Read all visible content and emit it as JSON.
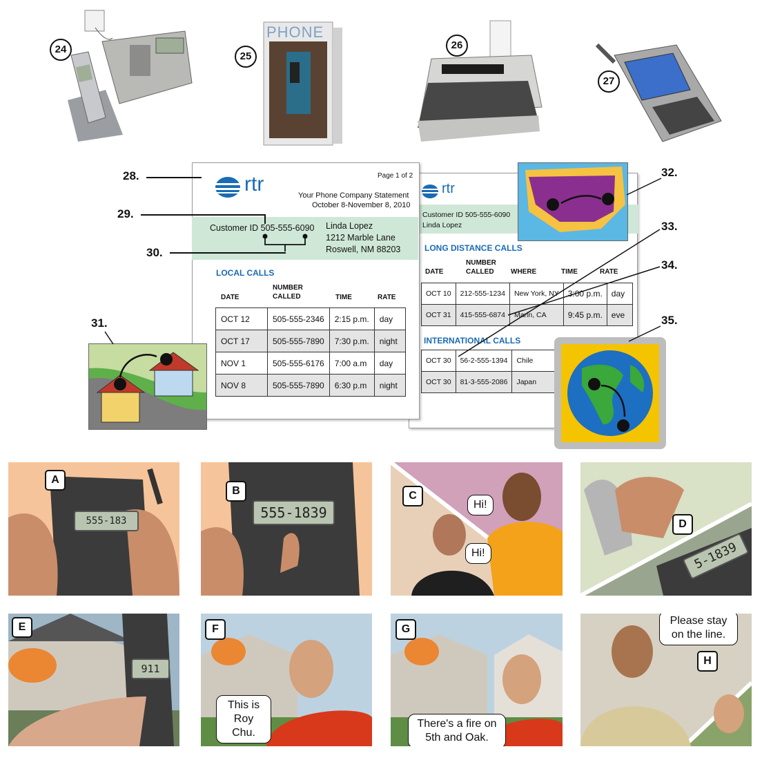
{
  "phones": {
    "n24": "24",
    "n25": "25",
    "n26": "26",
    "n27": "27",
    "booth_sign": "PHONE"
  },
  "statement": {
    "n28": "28.",
    "n29": "29.",
    "n30": "30.",
    "n31": "31.",
    "n32": "32.",
    "n33": "33.",
    "n34": "34.",
    "n35": "35.",
    "logo": "rtr",
    "page": "Page 1 of 2",
    "title": "Your Phone Company Statement",
    "period": "October 8-November 8, 2010",
    "customer_id_label": "Customer ID",
    "customer_id": "505-555-6090",
    "name": "Linda Lopez",
    "street": "1212 Marble Lane",
    "city": "Roswell, NM 88203",
    "local_title": "LOCAL CALLS",
    "headers": {
      "date": "DATE",
      "number1": "NUMBER",
      "number2": "CALLED",
      "time": "TIME",
      "rate": "RATE",
      "where": "WHERE"
    },
    "local_calls": [
      {
        "date": "OCT 12",
        "number": "505-555-2346",
        "time": "2:15 p.m.",
        "rate": "day"
      },
      {
        "date": "OCT 17",
        "number": "505-555-7890",
        "time": "7:30 p.m.",
        "rate": "night"
      },
      {
        "date": "NOV 1",
        "number": "505-555-6176",
        "time": "7:00 a.m",
        "rate": "day"
      },
      {
        "date": "NOV 8",
        "number": "505-555-7890",
        "time": "6:30 p.m",
        "rate": "night"
      }
    ],
    "page2_customer": "Customer ID 505-555-6090",
    "page2_name": "Linda Lopez",
    "long_title": "LONG DISTANCE  CALLS",
    "long_calls": [
      {
        "date": "OCT 10",
        "number": "212-555-1234",
        "where": "New York, NY",
        "time": "3:00 p.m.",
        "rate": "day"
      },
      {
        "date": "OCT 31",
        "number": "415-555-6874",
        "where": "Marin, CA",
        "time": "9:45 p.m.",
        "rate": "eve"
      }
    ],
    "intl_title": "INTERNATIONAL  CALLS",
    "intl_calls": [
      {
        "date": "OCT 30",
        "number": "56-2-555-1394",
        "where": "Chile"
      },
      {
        "date": "OCT 30",
        "number": "81-3-555-2086",
        "where": "Japan"
      }
    ]
  },
  "panels": {
    "A": {
      "letter": "A",
      "screen": "555-183"
    },
    "B": {
      "letter": "B",
      "screen": "555-1839"
    },
    "C": {
      "letter": "C",
      "bubble1": "Hi!",
      "bubble2": "Hi!"
    },
    "D": {
      "letter": "D",
      "screen": "5-1839"
    },
    "E": {
      "letter": "E",
      "screen": "911"
    },
    "F": {
      "letter": "F",
      "bubble": "This is Roy Chu."
    },
    "G": {
      "letter": "G",
      "bubble": "There's a fire on 5th and Oak."
    },
    "H": {
      "letter": "H",
      "bubble": "Please stay on the line."
    }
  },
  "colors": {
    "accent_blue": "#1a6bb5",
    "band_green": "#cfe7d7",
    "peach": "#f6c49a"
  }
}
